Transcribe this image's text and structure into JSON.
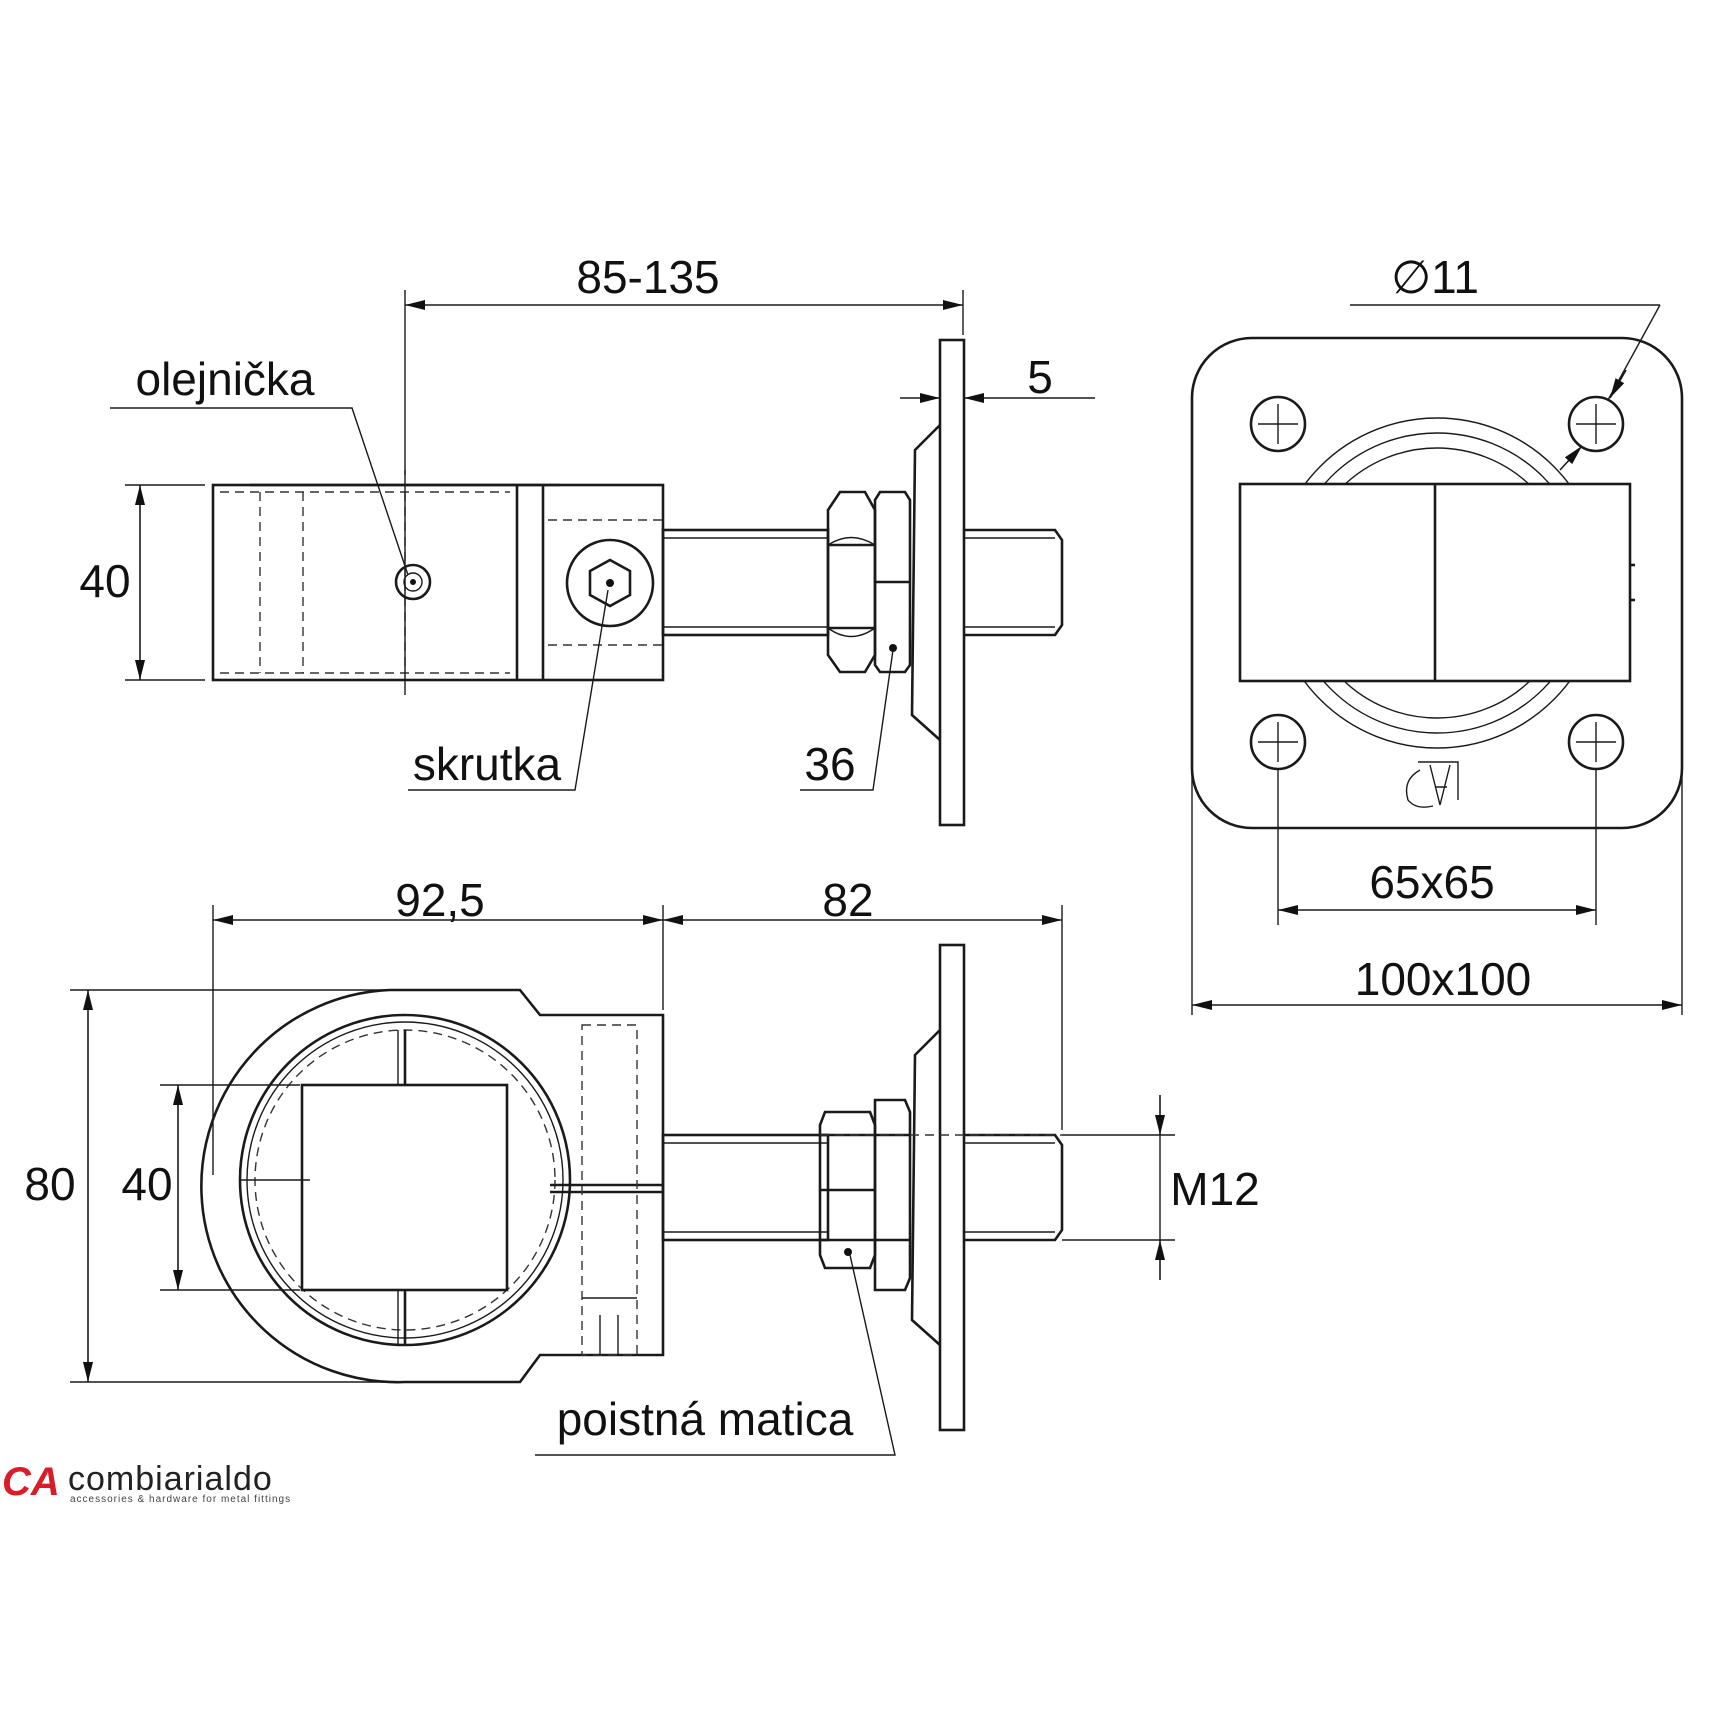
{
  "labels": {
    "olejnicka": "olejnička",
    "skrutka": "skrutka",
    "nut_size": "36",
    "poistna_matica": "poistná matica"
  },
  "dimensions": {
    "adjust_length": "85-135",
    "plate_thickness": "5",
    "height_side": "40",
    "body_length": "92,5",
    "bolt_length": "82",
    "outer_height": "80",
    "inner_square": "40",
    "thread": "M12",
    "hole_diameter": "∅11",
    "hole_spacing": "65x65",
    "plate_size": "100x100"
  },
  "brand": {
    "mark": "CA",
    "name": "combiarialdo",
    "tagline": "accessories & hardware for metal fittings",
    "accent_color": "#d91c2a"
  }
}
